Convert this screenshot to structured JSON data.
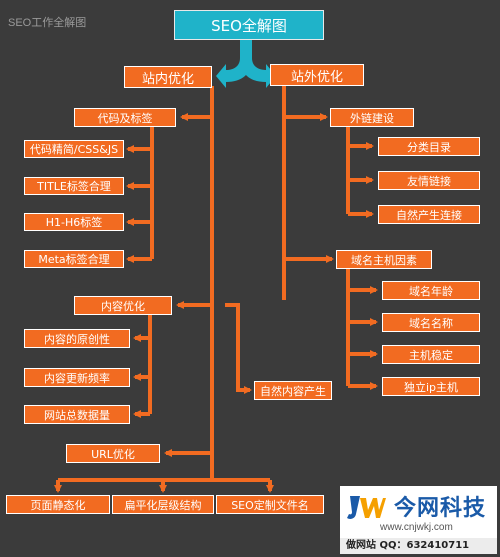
{
  "corner_label": "SEO工作全解图",
  "title": "SEO全解图",
  "onsite": {
    "label": "站内优化",
    "code": {
      "label": "代码及标签",
      "items": [
        "代码精简/CSS&JS",
        "TITLE标签合理",
        "H1-H6标签",
        "Meta标签合理"
      ]
    },
    "content": {
      "label": "内容优化",
      "items": [
        "内容的原创性",
        "内容更新频率",
        "网站总数据量"
      ],
      "natural": "自然内容产生"
    },
    "url": {
      "label": "URL优化",
      "items": [
        "页面静态化",
        "扁平化层级结构",
        "SEO定制文件名"
      ]
    }
  },
  "offsite": {
    "label": "站外优化",
    "links": {
      "label": "外链建设",
      "items": [
        "分类目录",
        "友情链接",
        "自然产生连接"
      ]
    },
    "domain": {
      "label": "域名主机因素",
      "items": [
        "域名年龄",
        "域名名称",
        "主机稳定",
        "独立ip主机"
      ]
    }
  },
  "watermark": {
    "title": "今网科技",
    "url": "www.cnjwkj.com",
    "footer": "做网站 QQ：632410711"
  },
  "colors": {
    "node": "#f26b21",
    "title": "#1fb3c9",
    "background": "#3b3b3b",
    "line": "#f26b21"
  }
}
